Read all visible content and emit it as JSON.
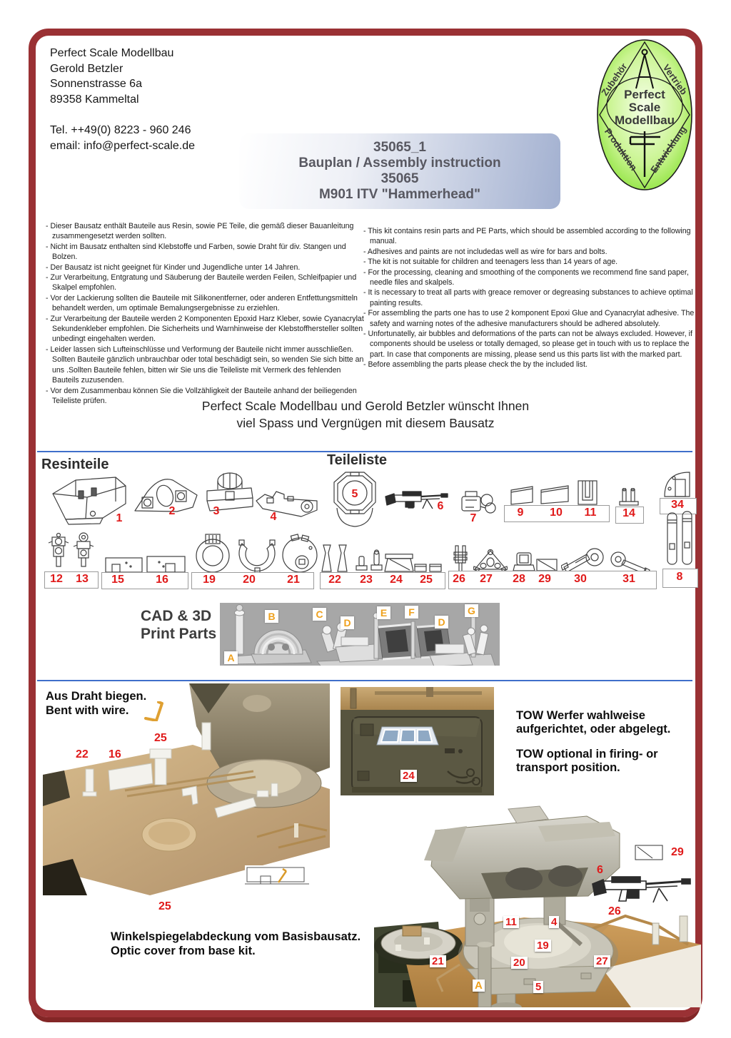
{
  "company": {
    "address": [
      "Perfect Scale Modellbau",
      "Gerold Betzler",
      "Sonnenstrasse 6a",
      "89358 Kammeltal"
    ],
    "contact": [
      "Tel. ++49(0) 8223 - 960 246",
      "email: info@perfect-scale.de"
    ]
  },
  "logo": {
    "center": [
      "Perfect",
      "Scale",
      "Modellbau"
    ],
    "corner_tl": "Zubehör",
    "corner_tr": "Vertrieb",
    "corner_bl": "Produktion",
    "corner_br": "Entwicklung"
  },
  "title_box": {
    "line1": "35065_1",
    "line2": "Bauplan / Assembly instruction",
    "line3": "35065",
    "line4": "M901 ITV \"Hammerhead\""
  },
  "notes_de": [
    "- Dieser Bausatz enthält Bauteile aus Resin, sowie PE Teile, die gemäß dieser Bauanleitung zusammengesetzt werden sollten.",
    "- Nicht im Bausatz enthalten sind Klebstoffe und Farben, sowie Draht für div. Stangen und Bolzen.",
    "- Der Bausatz ist nicht geeignet für Kinder und Jugendliche unter 14 Jahren.",
    "- Zur Verarbeitung, Entgratung und Säuberung der Bauteile werden Feilen, Schleifpapier und Skalpel empfohlen.",
    "- Vor der Lackierung sollten die Bauteile mit Silikonentferner, oder anderen Entfettungsmitteln behandelt werden, um optimale Bemalungsergebnisse zu erziehlen.",
    "- Zur Verarbeitung der Bauteile werden 2 Komponenten Epoxid Harz Kleber, sowie Cyanacrylat Sekundenkleber empfohlen. Die Sicherheits und Warnhinweise der Klebstoffhersteller sollten unbedingt eingehalten werden.",
    "- Leider lassen sich Lufteinschlüsse und Verformung der Bauteile nicht immer ausschließen. Sollten Bauteile gänzlich unbrauchbar oder total beschädigt sein, so wenden Sie sich bitte an uns .Sollten Bauteile fehlen, bitten wir Sie uns die Teileliste mit Vermerk des fehlenden Bauteils zuzusenden.",
    "- Vor dem Zusammenbau können Sie die Vollzähligkeit der Bauteile anhand der beiliegenden Teileliste prüfen."
  ],
  "notes_en": [
    "- This kit contains resin parts and PE Parts,  which should be assembled according to the following manual.",
    "- Adhesives and paints are not includedas well as wire for bars and bolts.",
    "- The kit is not suitable for children and teenagers less than 14 years of age.",
    "- For the processing, cleaning and smoothing of the components we recommend fine sand paper, needle files and skalpels.",
    "- It is necessary to treat all parts with greace remover or degreasing substances to achieve optimal painting results.",
    "- For assembling the parts one has to use 2 komponent Epoxi Glue and Cyanacrylat adhesive. The safety and warning notes of the adhesive manufacturers should be adhered absolutely.",
    "- Unfortunatelly, air bubbles and deformations of the parts can not be always excluded. However, if components should be useless or totally demaged, so please get in touch with us to replace the part. In case that components are missing, please send us this parts list with the marked part.",
    "- Before assembling the parts please check the by the included list."
  ],
  "greeting": {
    "line1": "Perfect Scale Modellbau und Gerold Betzler wünscht Ihnen",
    "line2": "viel Spass und Vergnügen mit diesem Bausatz"
  },
  "parts": {
    "resin_heading": "Resinteile",
    "list_heading": "Teileliste",
    "row1": [
      "1",
      "2",
      "3",
      "4",
      "5",
      "6",
      "7",
      "9",
      "10",
      "11",
      "14",
      "34"
    ],
    "row2": [
      "12",
      "13",
      "15",
      "16",
      "19",
      "20",
      "21",
      "22",
      "23",
      "24",
      "25",
      "26",
      "27",
      "28",
      "29",
      "30",
      "31",
      "8"
    ],
    "cad_heading_line1": "CAD & 3D",
    "cad_heading_line2": "Print Parts",
    "cad_letters": [
      "A",
      "B",
      "C",
      "D",
      "E",
      "F",
      "D",
      "G"
    ]
  },
  "bottom": {
    "wire_line1": "Aus Draht biegen.",
    "wire_line2": "Bent with wire.",
    "label_25a": "25",
    "label_22": "22",
    "label_16": "16",
    "label_25b": "25",
    "label_24": "24",
    "tow_line1": "TOW Werfer wahlweise",
    "tow_line2": "aufgerichtet, oder abgelegt.",
    "tow_line3": "TOW optional in firing- or",
    "tow_line4": "transport position.",
    "optic_line1": "Winkelspiegelabdeckung vom Basisbausatz.",
    "optic_line2": "Optic cover from base kit.",
    "label_29": "29",
    "label_6": "6",
    "label_26": "26",
    "label_11": "11",
    "label_4": "4",
    "label_19": "19",
    "label_21": "21",
    "label_20": "20",
    "label_27": "27",
    "label_5": "5",
    "label_A": "A"
  },
  "colors": {
    "frame_red": "#9a3134",
    "accent_red": "#e01a1a",
    "accent_orange": "#efa11d",
    "line_blue": "#3f6fca",
    "logo_green": "#8ee33e",
    "title_blue": "#a2b0d0"
  }
}
